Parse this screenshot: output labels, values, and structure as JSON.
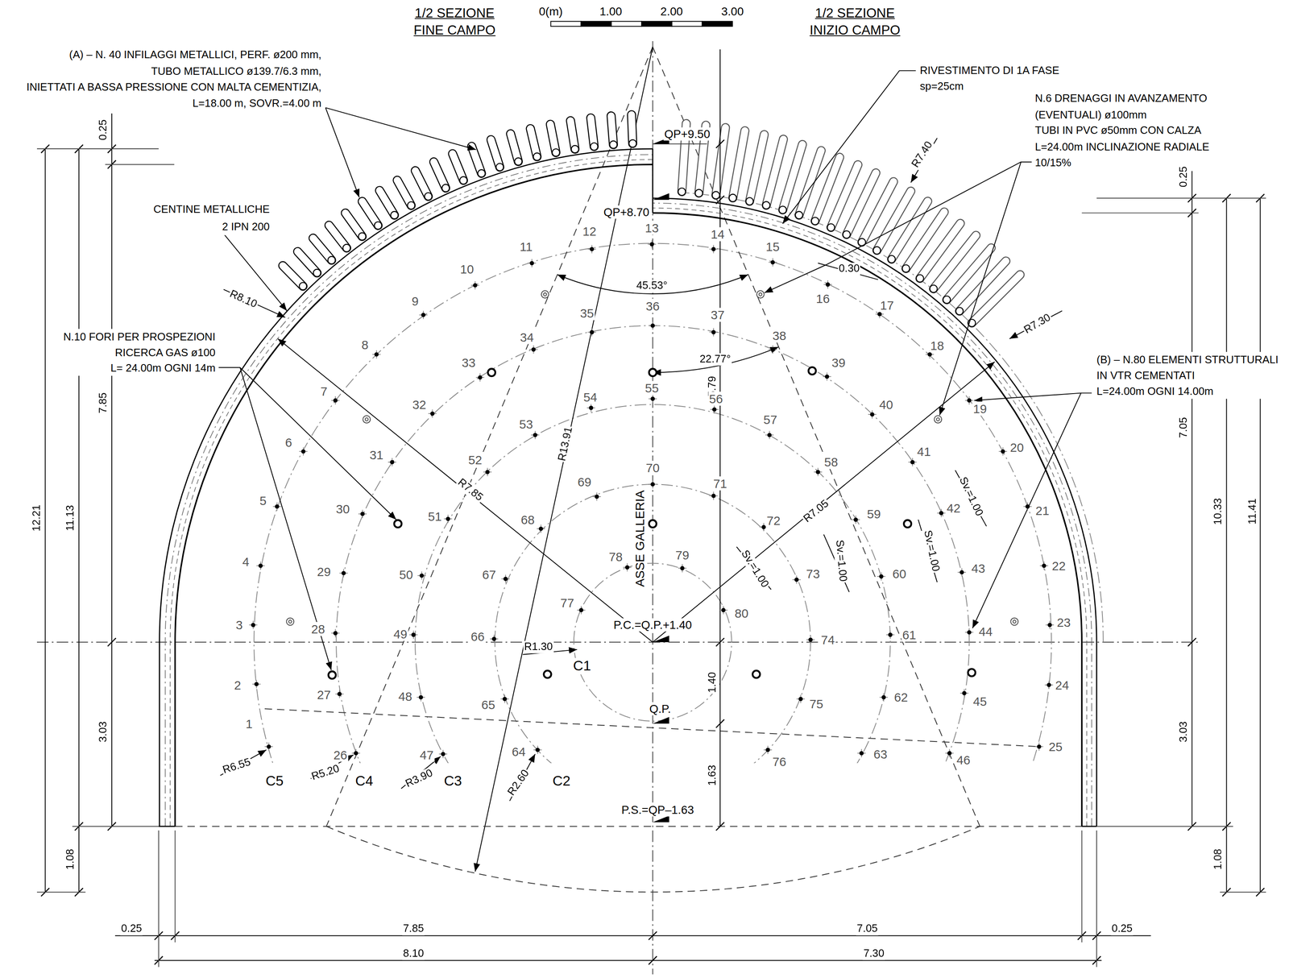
{
  "diagram": {
    "labels": [
      "1/2 SEZIONE FINE CAMPO",
      "1/2 SEZIONE INIZIO CAMPO",
      "0(m)",
      "1.00",
      "2.00",
      "3.00",
      "(A) – N. 40 INFILAGGI METALLICI, PERF. ø200 mm, TUBO METALLICO ø139.7/6.3 mm, INIETTATI A BASSA PRESSIONE CON MALTA CEMENTIZIA, L=18.00 m, SOVR.=4.00 m",
      "CENTINE METALLICHE 2 IPN 200",
      "R8.10",
      "N.10 FORI PER PROSPEZIONI RICERCA GAS ø100 L= 24.00m OGNI 14m",
      "RIVESTIMENTO DI 1A FASE sp=25cm",
      "N.6 DRENAGGI IN AVANZAMENTO (EVENTUALI) ø100mm TUBI IN PVC ø50mm CON CALZA L=24.00m INCLINAZIONE RADIALE 10/15%",
      "(B) – N.80 ELEMENTI STRUTTURALI IN VTR CEMENTATI L=24.00m OGNI 14.00m",
      "0.25",
      "7.85",
      "11.13",
      "12.21",
      "3.03",
      "1.08",
      "0.25",
      "7.05",
      "10.33",
      "11.41",
      "3.03",
      "1.08",
      "0.25",
      "7.85",
      "7.05",
      "0.25",
      "8.10",
      "7.30",
      "QP+9.50",
      "QP+8.70",
      "45.53°",
      "22.77°",
      "R7.40",
      "R7.30",
      "0.30",
      "R13.91",
      "R7.85",
      "R7.05",
      "5.79",
      "ASSE GALLERIA",
      "P.C.=Q.P.+1.40",
      "1.40",
      "Q.P.",
      "1.63",
      "P.S.=QP–1.63",
      "R1.30",
      "C1",
      "C2",
      "C3",
      "C4",
      "C5",
      "R2.60",
      "R3.90",
      "R5.20",
      "R6.55",
      "Sv.=1.00",
      "Sv.=1.00",
      "Sv.=1.00",
      "Sv.=1.00",
      "1",
      "2",
      "3",
      "4",
      "5",
      "6",
      "7",
      "8",
      "9",
      "10",
      "11",
      "12",
      "13",
      "14",
      "15",
      "16",
      "17",
      "18",
      "19",
      "20",
      "21",
      "22",
      "23",
      "24",
      "25",
      "26",
      "27",
      "28",
      "29",
      "30",
      "31",
      "32",
      "33",
      "34",
      "35",
      "36",
      "37",
      "38",
      "39",
      "40",
      "41",
      "42",
      "43",
      "44",
      "45",
      "46",
      "47",
      "48",
      "49",
      "50",
      "51",
      "52",
      "53",
      "54",
      "55",
      "56",
      "57",
      "58",
      "59",
      "60",
      "61",
      "62",
      "63",
      "64",
      "65",
      "66",
      "67",
      "68",
      "69",
      "70",
      "71",
      "72",
      "73",
      "74",
      "75",
      "76",
      "77",
      "78",
      "79",
      "80"
    ]
  }
}
